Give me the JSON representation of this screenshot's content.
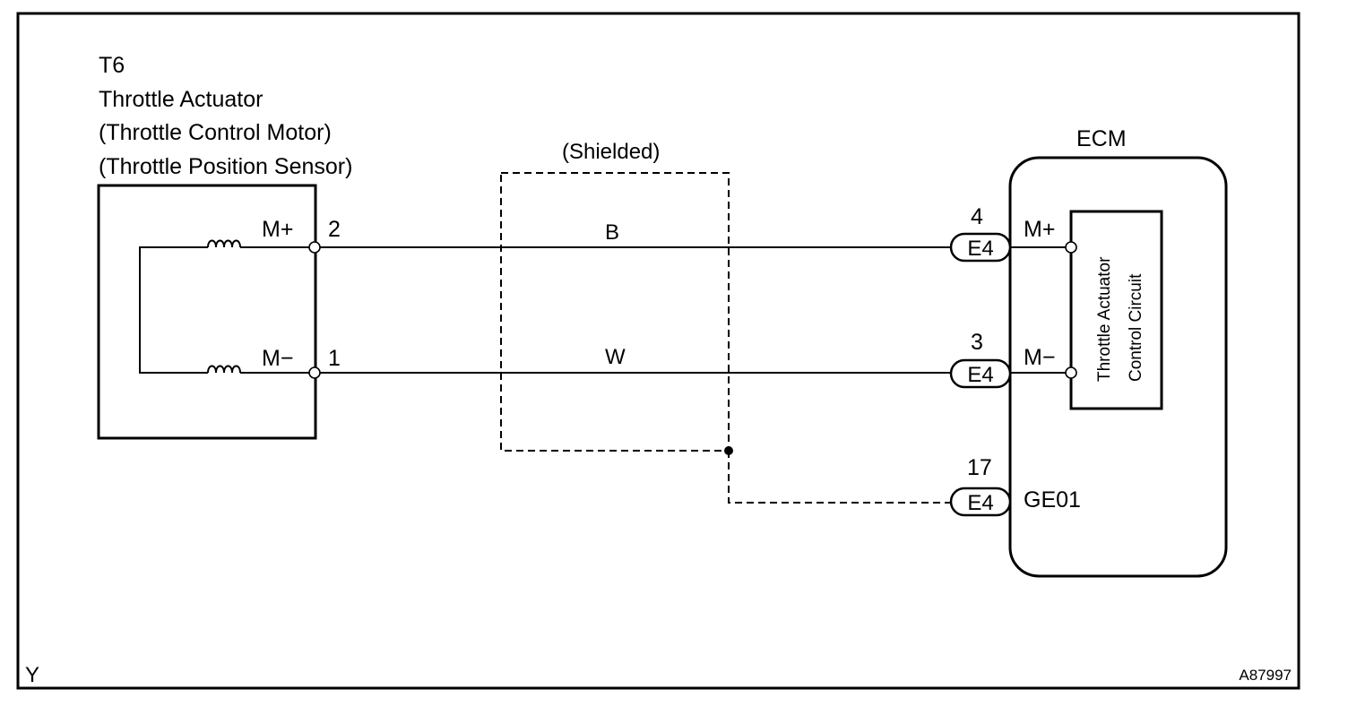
{
  "corner_code": "Y",
  "figure_id": "A87997",
  "actuator": {
    "code": "T6",
    "name": "Throttle Actuator",
    "sub1": "(Throttle Control Motor)",
    "sub2": "(Throttle Position Sensor)",
    "pin_top": {
      "label": "M+",
      "number": "2"
    },
    "pin_bottom": {
      "label": "M−",
      "number": "1"
    }
  },
  "shield_label": "(Shielded)",
  "wires": {
    "top_color": "B",
    "bottom_color": "W"
  },
  "ecm": {
    "title": "ECM",
    "circuit_line1": "Throttle Actuator",
    "circuit_line2": "Control Circuit",
    "connectors": [
      {
        "pin": "4",
        "code": "E4",
        "signal": "M+"
      },
      {
        "pin": "3",
        "code": "E4",
        "signal": "M−"
      },
      {
        "pin": "17",
        "code": "E4",
        "signal": "GE01"
      }
    ]
  }
}
